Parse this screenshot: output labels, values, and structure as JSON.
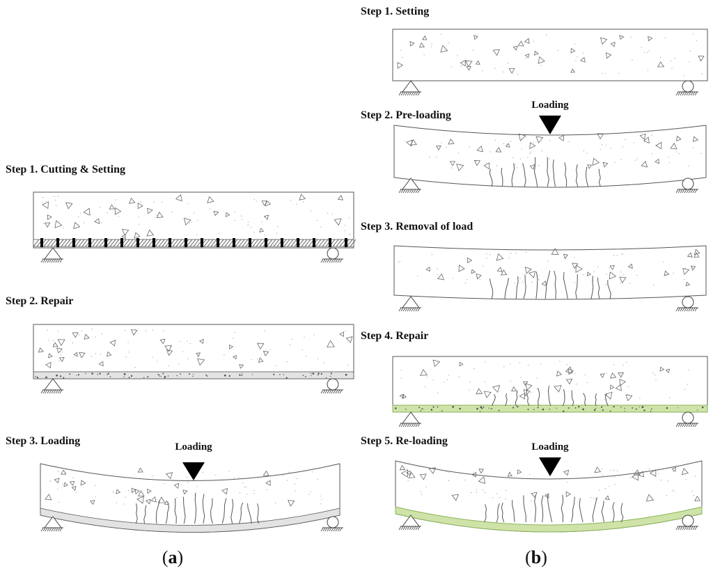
{
  "panels": {
    "a": {
      "label": "a",
      "steps": [
        {
          "label": "Step 1. Cutting & Setting"
        },
        {
          "label": "Step 2. Repair"
        },
        {
          "label": "Step 3. Loading",
          "load_label": "Loading"
        }
      ]
    },
    "b": {
      "label": "b",
      "steps": [
        {
          "label": "Step 1. Setting"
        },
        {
          "label": "Step 2. Pre-loading",
          "load_label": "Loading"
        },
        {
          "label": "Step 3. Removal of load"
        },
        {
          "label": "Step 4. Repair"
        },
        {
          "label": "Step 5. Re-loading",
          "load_label": "Loading"
        }
      ]
    }
  },
  "colors": {
    "concrete_fill": "#ffffff",
    "outline": "#555555",
    "repair_gray": "#e3e3e3",
    "repair_green": "#cfe3a8",
    "repair_green_stroke": "#8ab35a",
    "load_arrow": "#000000"
  }
}
